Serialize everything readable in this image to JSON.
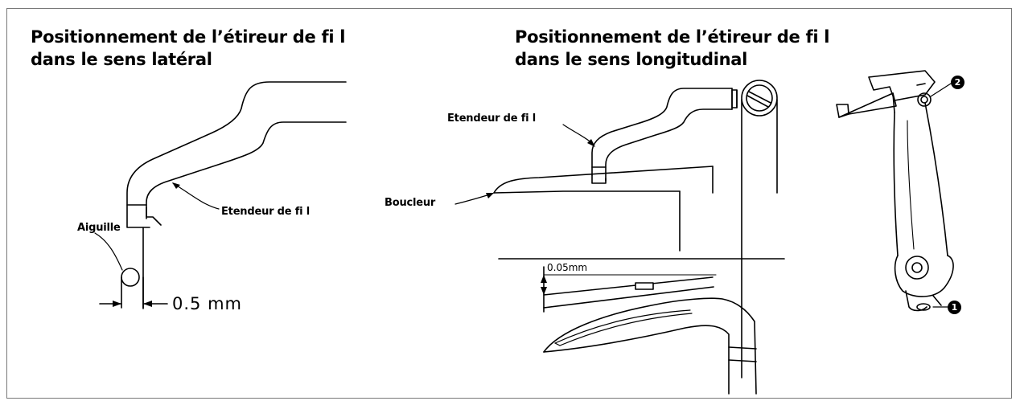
{
  "left_panel": {
    "title_line1": "Positionnement de l’étireur de fi l",
    "title_line2": "dans le sens latéral",
    "label_needle": "Aiguille",
    "label_thread_guide": "Etendeur de fi l",
    "dimension": "0.5 mm"
  },
  "right_panel": {
    "title_line1": "Positionnement de l’étireur de fi l",
    "title_line2": "dans le sens longitudinal",
    "label_thread_guide": "Etendeur de fi l",
    "label_looper": "Boucleur",
    "dimension": "0.05mm"
  },
  "part_callouts": [
    "1",
    "2"
  ],
  "colors": {
    "line": "#000000",
    "frame": "#777777",
    "background": "#ffffff"
  }
}
